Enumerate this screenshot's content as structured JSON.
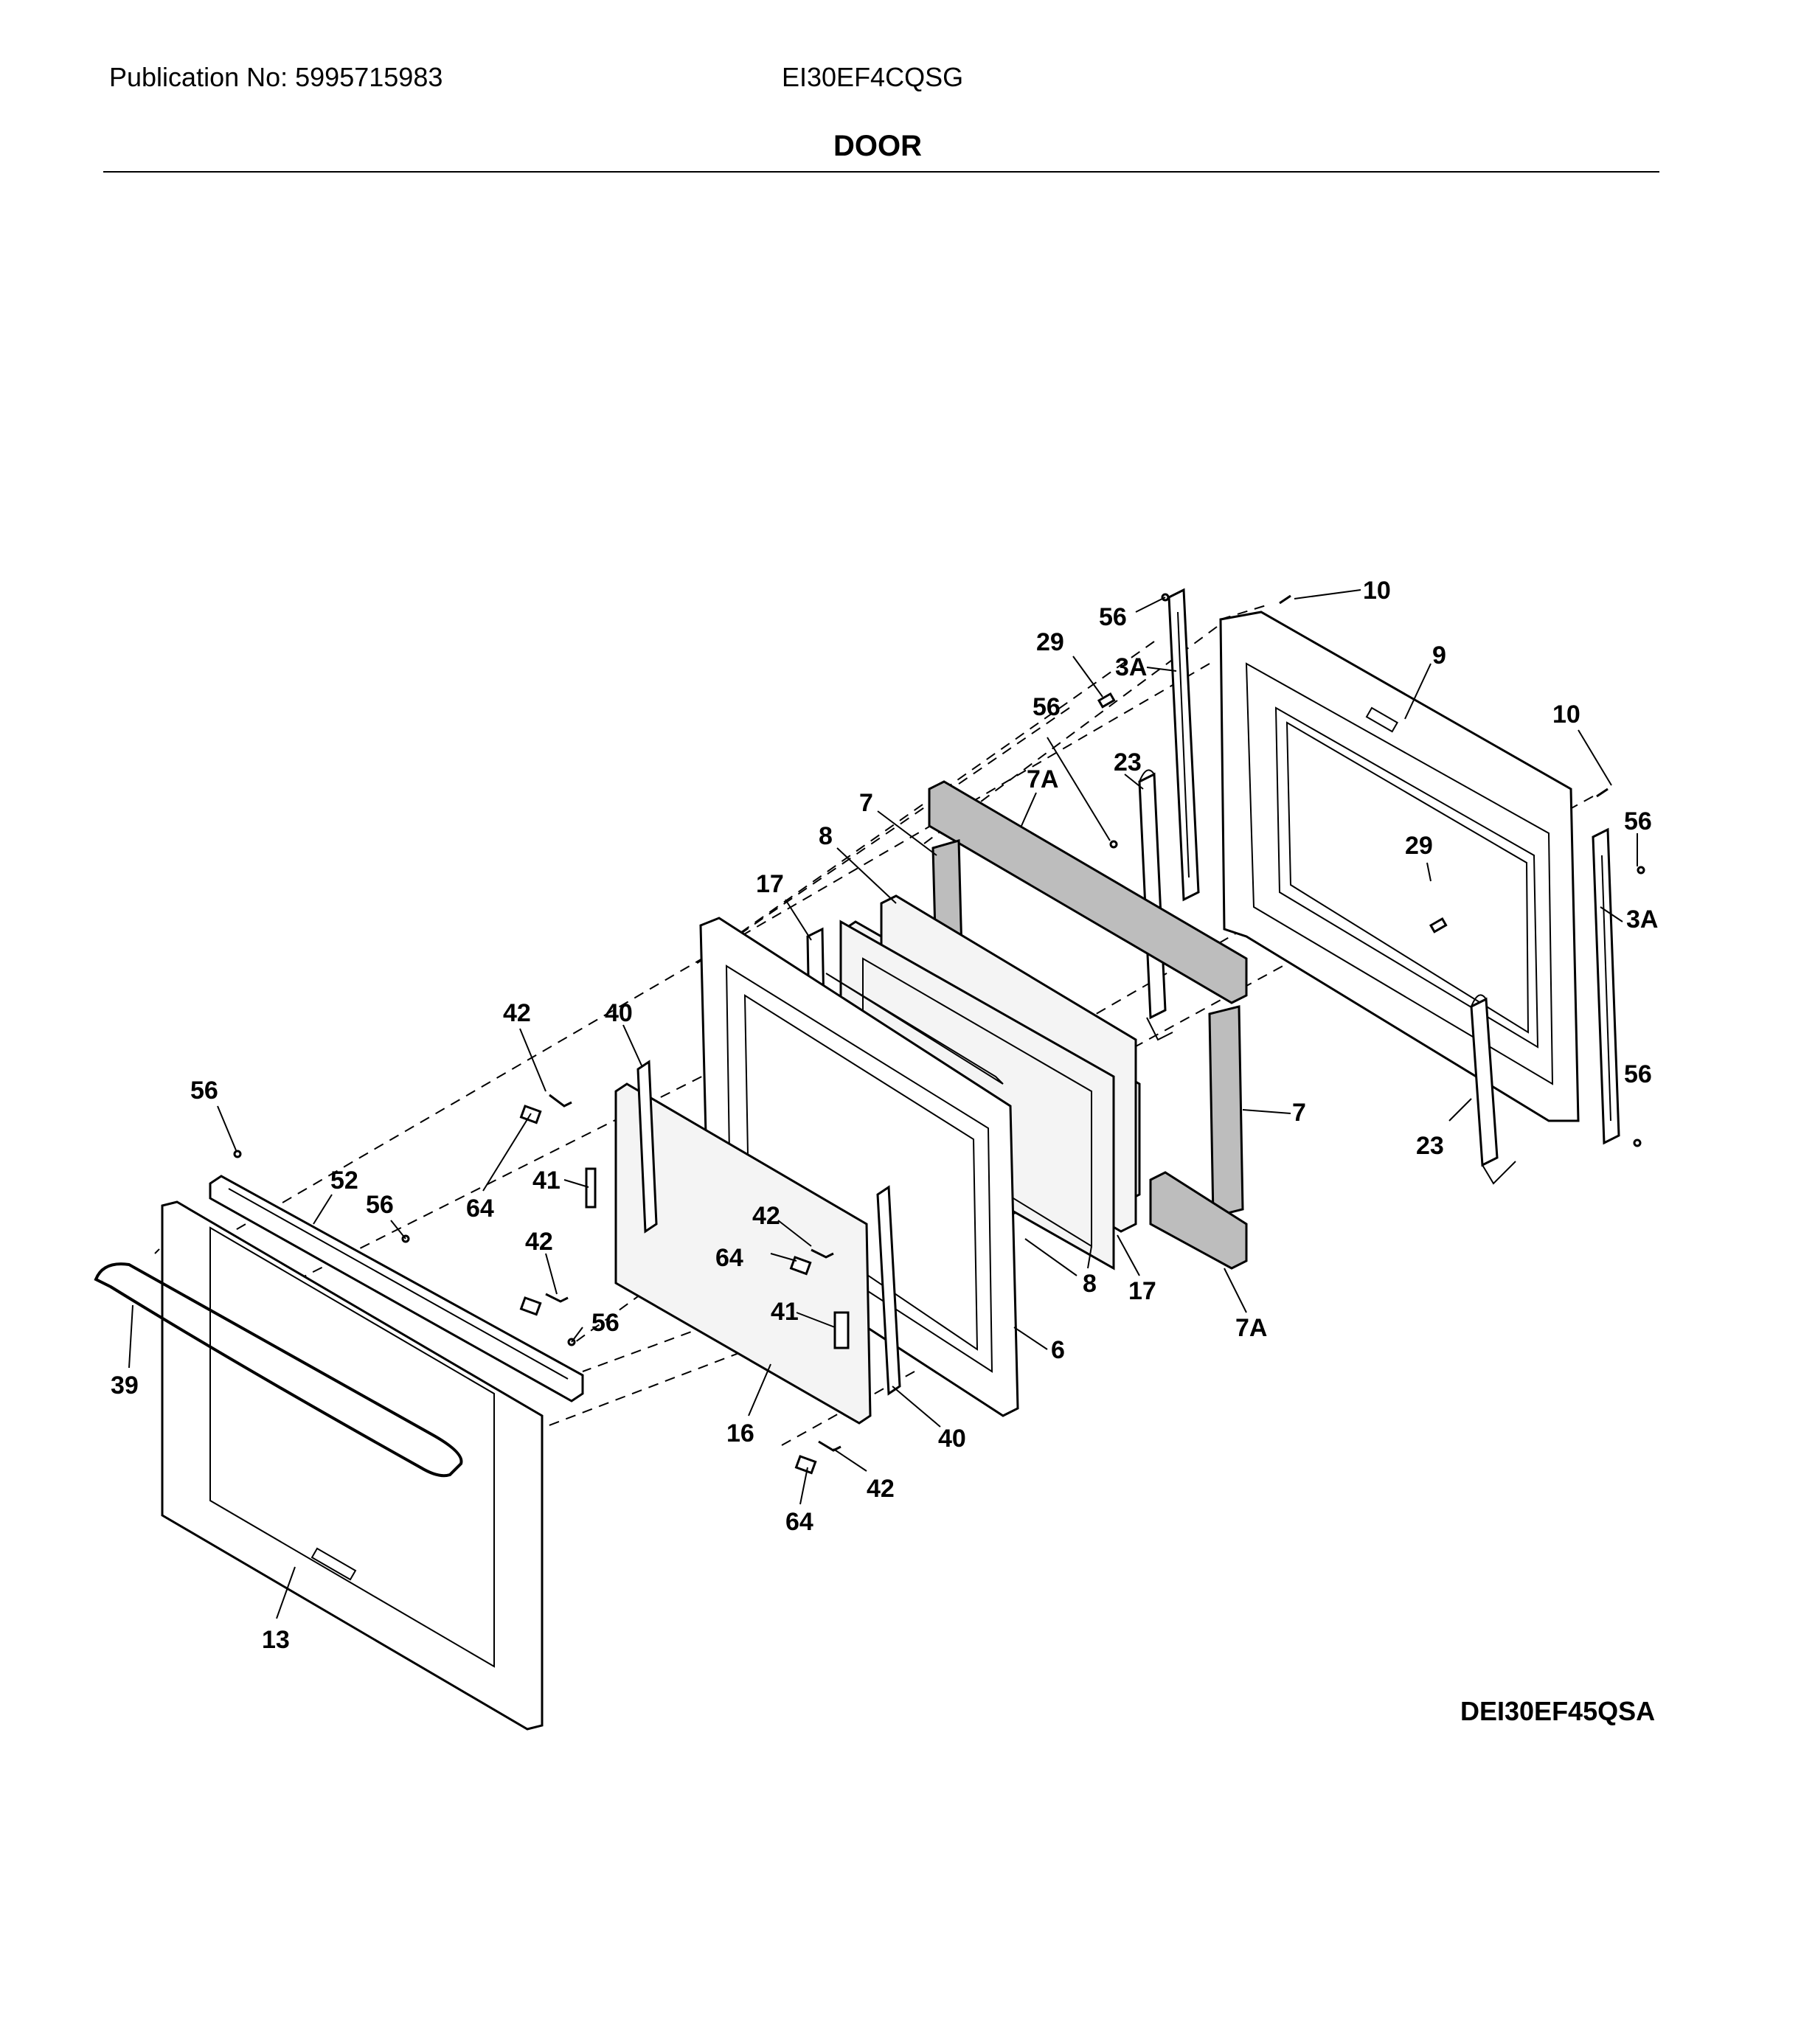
{
  "header": {
    "publication": "Publication No: 5995715983",
    "model": "EI30EF4CQSG",
    "title": "DOOR"
  },
  "diagram_id": "DEI30EF45QSA",
  "callouts": {
    "c10a": "10",
    "c56a": "56",
    "c9": "9",
    "c29a": "29",
    "c3Aa": "3A",
    "c56b": "56",
    "c10b": "10",
    "c23a": "23",
    "c7Aa": "7A",
    "c56c": "56",
    "c7a": "7",
    "c29b": "29",
    "c8a": "8",
    "c3Ab": "3A",
    "c17a": "17",
    "c42a": "42",
    "c40a": "40",
    "c56d": "56",
    "c7b": "7",
    "c23b": "23",
    "c52": "52",
    "c41a": "41",
    "c64a": "64",
    "c56e": "56",
    "c42b": "42",
    "c64b": "64",
    "c42c": "42",
    "c8b": "8",
    "c17b": "17",
    "c7Ab": "7A",
    "c56f": "56",
    "c41b": "41",
    "c6": "6",
    "c39": "39",
    "c16": "16",
    "c40b": "40",
    "c42d": "42",
    "c64c": "64",
    "c13": "13"
  }
}
